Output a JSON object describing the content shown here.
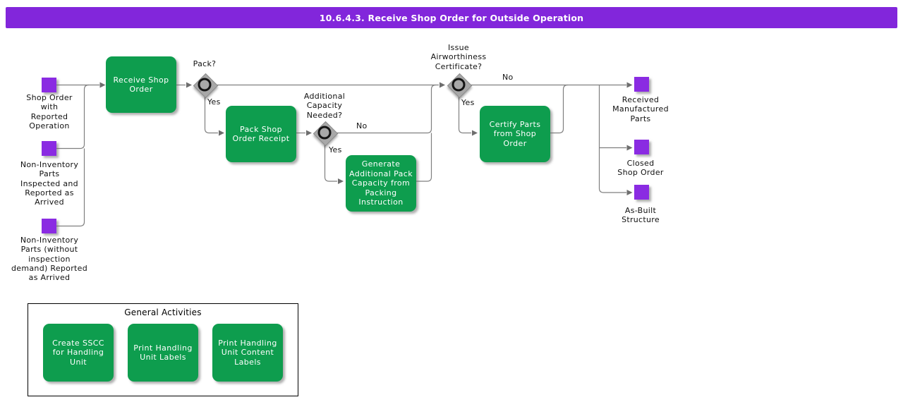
{
  "title_bar": {
    "text": "10.6.4.3. Receive Shop Order for Outside Operation"
  },
  "colors": {
    "bar_purple": "#8226DB",
    "event_purple": "#8A2BE2",
    "task_green": "#0E9D4E",
    "line_gray": "#7F7F7F",
    "arrow_gray": "#6E6E6E",
    "gateway_gray": "#A8A8A8"
  },
  "process": {
    "inputs": [
      {
        "label": "Shop Order\nwith\nReported\nOperation"
      },
      {
        "label": "Non-Inventory\nParts\nInspected and\nReported as\nArrived"
      },
      {
        "label": "Non-Inventory\nParts (without\ninspection\ndemand) Reported\nas Arrived"
      }
    ],
    "tasks": {
      "receive": {
        "label": "Receive Shop\nOrder"
      },
      "pack": {
        "label": "Pack Shop\nOrder Receipt"
      },
      "generate": {
        "label": "Generate\nAdditional Pack\nCapacity from\nPacking\nInstruction"
      },
      "certify": {
        "label": "Certify Parts\nfrom Shop\nOrder"
      }
    },
    "gateways": {
      "pack": {
        "question": "Pack?",
        "yes": "Yes"
      },
      "capacity": {
        "question": "Additional\nCapacity\nNeeded?",
        "yes": "Yes",
        "no": "No"
      },
      "airworthiness": {
        "question": "Issue\nAirworthiness\nCertificate?",
        "yes": "Yes",
        "no": "No"
      }
    },
    "outputs": [
      {
        "label": "Received\nManufactured\nParts"
      },
      {
        "label": "Closed\nShop Order"
      },
      {
        "label": "As-Built\nStructure"
      }
    ]
  },
  "general_activities": {
    "title": "General Activities",
    "items": [
      {
        "label": "Create SSCC\nfor Handling Unit"
      },
      {
        "label": "Print Handling\nUnit Labels"
      },
      {
        "label": "Print Handling\nUnit Content\nLabels"
      }
    ]
  }
}
